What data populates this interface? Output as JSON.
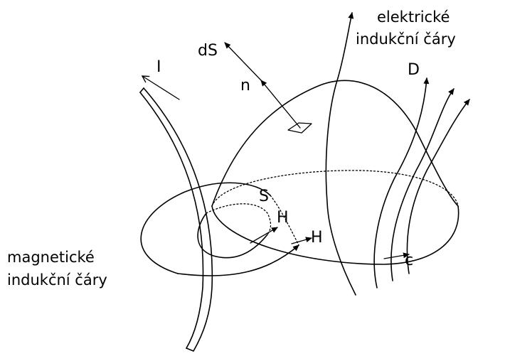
{
  "labels": {
    "current": "I",
    "surface_element": "dS",
    "normal": "n",
    "electric_lines_1": "elektrické",
    "electric_lines_2": "indukční čáry",
    "induction": "D",
    "surface": "S",
    "field_1": "H",
    "field_2": "H",
    "contour": "c",
    "magnetic_lines_1": "magnetické",
    "magnetic_lines_2": "indukční čáry"
  }
}
